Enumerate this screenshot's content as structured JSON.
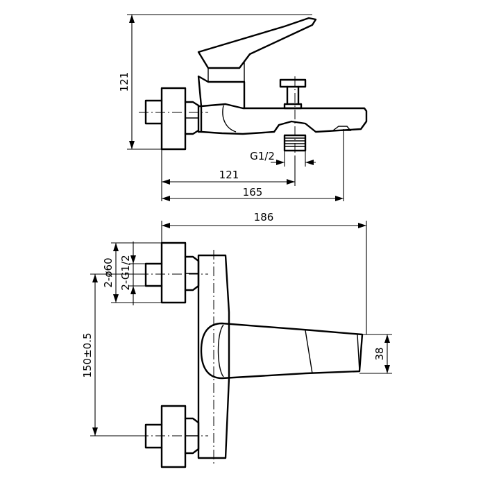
{
  "dimensions": {
    "top_height": "121",
    "top_thread": "G1/2",
    "top_reach": "121",
    "top_length": "165",
    "front_width": "186",
    "front_flange_dia": "2-ø60",
    "front_inlet_thread": "2-G1/2",
    "front_centers": "150±0.5",
    "front_spout_height": "38"
  }
}
